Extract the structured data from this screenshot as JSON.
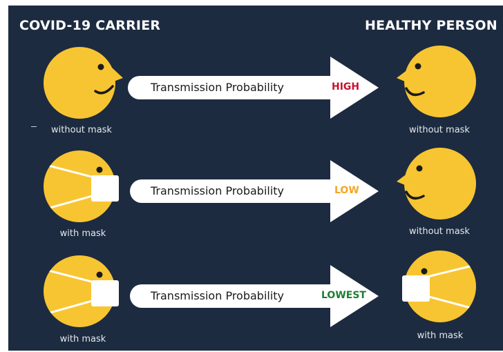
{
  "headers": {
    "left": "COVID-19 CARRIER",
    "right": "HEALTHY PERSON"
  },
  "rows": [
    {
      "carrier_caption": "without mask",
      "label": "Transmission Probability",
      "level": "HIGH",
      "level_color": "#c8102e",
      "healthy_caption": "without mask"
    },
    {
      "carrier_caption": "with mask",
      "label": "Transmission Probability",
      "level": "LOW",
      "level_color": "#f5a623",
      "healthy_caption": "without mask"
    },
    {
      "carrier_caption": "with mask",
      "label": "Transmission Probability",
      "level": "LOWEST",
      "level_color": "#1e7d32",
      "healthy_caption": "with mask"
    }
  ],
  "colors": {
    "background": "#1d2b40",
    "face": "#f7c531",
    "mask": "#ffffff",
    "arrow": "#ffffff"
  }
}
